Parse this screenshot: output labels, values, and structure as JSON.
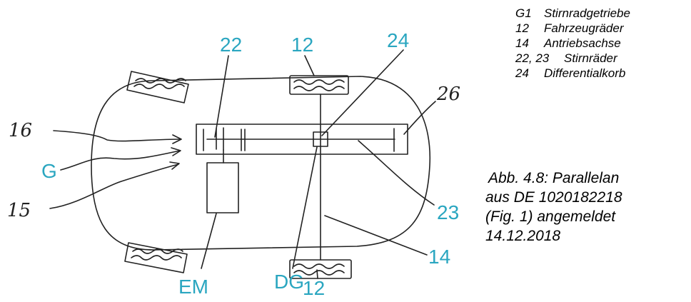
{
  "labels": {
    "n22": "22",
    "n12_top": "12",
    "n24": "24",
    "n26": "26",
    "n16": "16",
    "G": "G",
    "n15": "15",
    "n23": "23",
    "n14": "14",
    "EM": "EM",
    "DG": "DG",
    "n12_bottom": "12"
  },
  "legend": [
    {
      "ref": "G1",
      "text": "Stirnradgetriebe"
    },
    {
      "ref": "12",
      "text": "Fahrzeugräder"
    },
    {
      "ref": "14",
      "text": "Antriebsachse"
    },
    {
      "ref": "22, 23",
      "text": "Stirnräder"
    },
    {
      "ref": "24",
      "text": "Differentialkorb"
    }
  ],
  "caption": {
    "line1": "Abb. 4.8: Parallelan",
    "line2": "aus DE 1020182218",
    "line3": "(Fig. 1) angemeldet",
    "line4": "14.12.2018"
  },
  "colors": {
    "label_cyan": "#2aa6c0",
    "line": "#222222"
  }
}
